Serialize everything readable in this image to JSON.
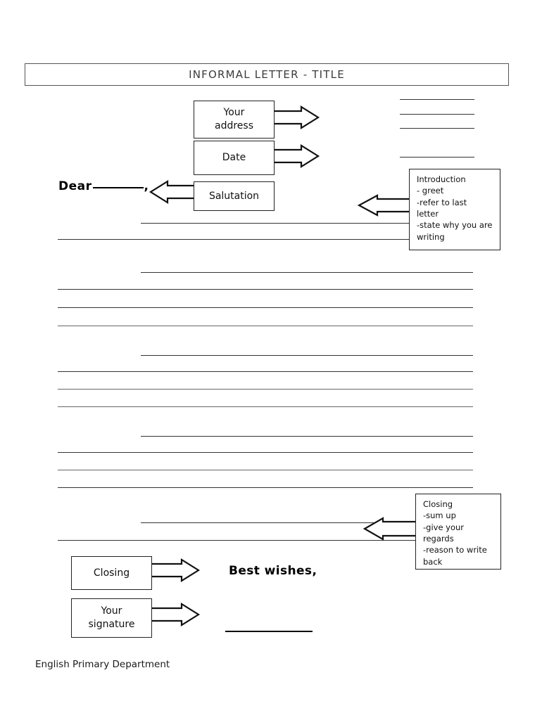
{
  "document": {
    "title": "INFORMAL LETTER - TITLE",
    "footer": "English Primary Department"
  },
  "flow_boxes": [
    {
      "id": "your-address",
      "label": "Your\naddress",
      "line1": "Your",
      "line2": "address"
    },
    {
      "id": "date",
      "label": "Date",
      "line1": "Date",
      "line2": ""
    },
    {
      "id": "salutation",
      "label": "Salutation",
      "line1": "Salutation",
      "line2": ""
    },
    {
      "id": "closing",
      "label": "Closing",
      "line1": "Closing",
      "line2": ""
    },
    {
      "id": "your-signature",
      "label": "Your\nsignature",
      "line1": "Your",
      "line2": "signature"
    }
  ],
  "note_boxes": {
    "introduction": {
      "heading": "Introduction",
      "lines": [
        "Introduction",
        "- greet",
        "-refer to last",
        "letter",
        "-state why you are",
        "writing"
      ]
    },
    "closing": {
      "heading": "Closing",
      "lines": [
        "Closing",
        "-sum up",
        "-give your",
        "regards",
        "-reason to write",
        "back"
      ]
    }
  },
  "letter": {
    "salutation_text": "Dear",
    "salutation_comma": ",",
    "sign_off": "Best wishes,"
  },
  "address_lines_count": 3,
  "date_lines_count": 1,
  "colors": {
    "ink": "#000000",
    "rule": "#333333",
    "box_border": "#222222",
    "banner_border": "#555555",
    "title_text": "#3b3b3b"
  },
  "icons": {
    "arrow_right": "block-arrow-right",
    "arrow_left": "block-arrow-left"
  }
}
